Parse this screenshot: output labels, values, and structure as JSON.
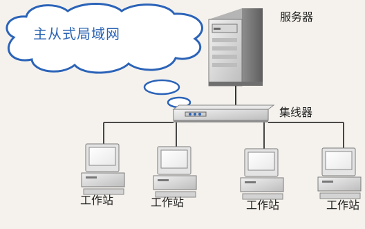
{
  "cloud": {
    "title": "主从式局域网"
  },
  "server": {
    "label": "服务器"
  },
  "hub": {
    "label": "集线器"
  },
  "workstations": [
    {
      "label": "工作站"
    },
    {
      "label": "工作站"
    },
    {
      "label": "工作站"
    },
    {
      "label": "工作站"
    }
  ],
  "colors": {
    "cloud_fill": "#ffffff",
    "cloud_stroke": "#2b63b8",
    "cloud_text": "#2a63b3",
    "device_body": "#d8d8d8",
    "device_shadow": "#9a9a9a",
    "line": "#333333"
  }
}
